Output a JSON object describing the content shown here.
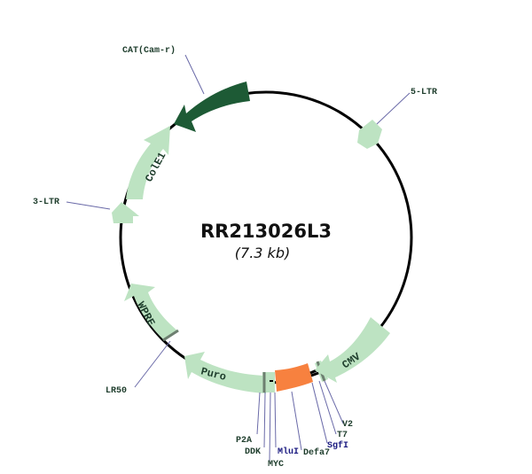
{
  "plasmid": {
    "name": "RR213026L3",
    "size": "(7.3 kb)",
    "backbone_color": "#000000"
  },
  "colors": {
    "feature_light": "#bde3c2",
    "feature_dark": "#1d5a35",
    "insert": "#f7813f",
    "tag_marker": "#6d7f70",
    "leader_line": "#6a6aa8",
    "label_dark": "#1e3d2c",
    "label_site": "#1a1a80"
  },
  "features": [
    {
      "name": "CAT(Cam-r)",
      "label_on_arc": "",
      "color": "dark",
      "direction": "ccw"
    },
    {
      "name": "5-LTR",
      "label_on_arc": "",
      "color": "light",
      "direction": "cw"
    },
    {
      "name": "ColE1",
      "label_on_arc": "ColE1",
      "color": "light",
      "direction": "cw"
    },
    {
      "name": "3-LTR",
      "label_on_arc": "",
      "color": "light",
      "direction": "cw"
    },
    {
      "name": "WPRE",
      "label_on_arc": "WPRE",
      "color": "light",
      "direction": "cw"
    },
    {
      "name": "Puro",
      "label_on_arc": "Puro",
      "color": "light",
      "direction": "cw"
    },
    {
      "name": "CMV",
      "label_on_arc": "CMV",
      "color": "light",
      "direction": "cw"
    },
    {
      "name": "Insert",
      "label_on_arc": "",
      "color": "insert",
      "direction": "none"
    }
  ],
  "labels": {
    "cat": "CAT(Cam-r)",
    "ltr5": "5-LTR",
    "ltr3": "3-LTR",
    "lr50": "LR50",
    "p2a": "P2A",
    "ddk": "DDK",
    "myc": "MYC",
    "mlui": "MluI",
    "defa": "Defa7",
    "sgfi": "SgfI",
    "t7": "T7",
    "v2": "V2",
    "cole1": "ColE1",
    "wpre": "WPRE",
    "puro": "Puro",
    "cmv": "CMV"
  }
}
